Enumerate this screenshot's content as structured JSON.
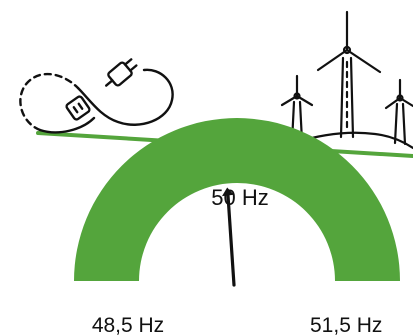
{
  "gauge": {
    "center_label": "50 Hz",
    "min_label": "48,5 Hz",
    "max_label": "51,5 Hz",
    "min_value": 48.5,
    "max_value": 51.5,
    "needle_value": 49.9
  },
  "colors": {
    "accent_green": "#54a53c",
    "ink": "#111111",
    "background": "#ffffff"
  },
  "icons": {
    "consumption": "plug-loop-icon",
    "generation": "wind-turbines-icon"
  }
}
